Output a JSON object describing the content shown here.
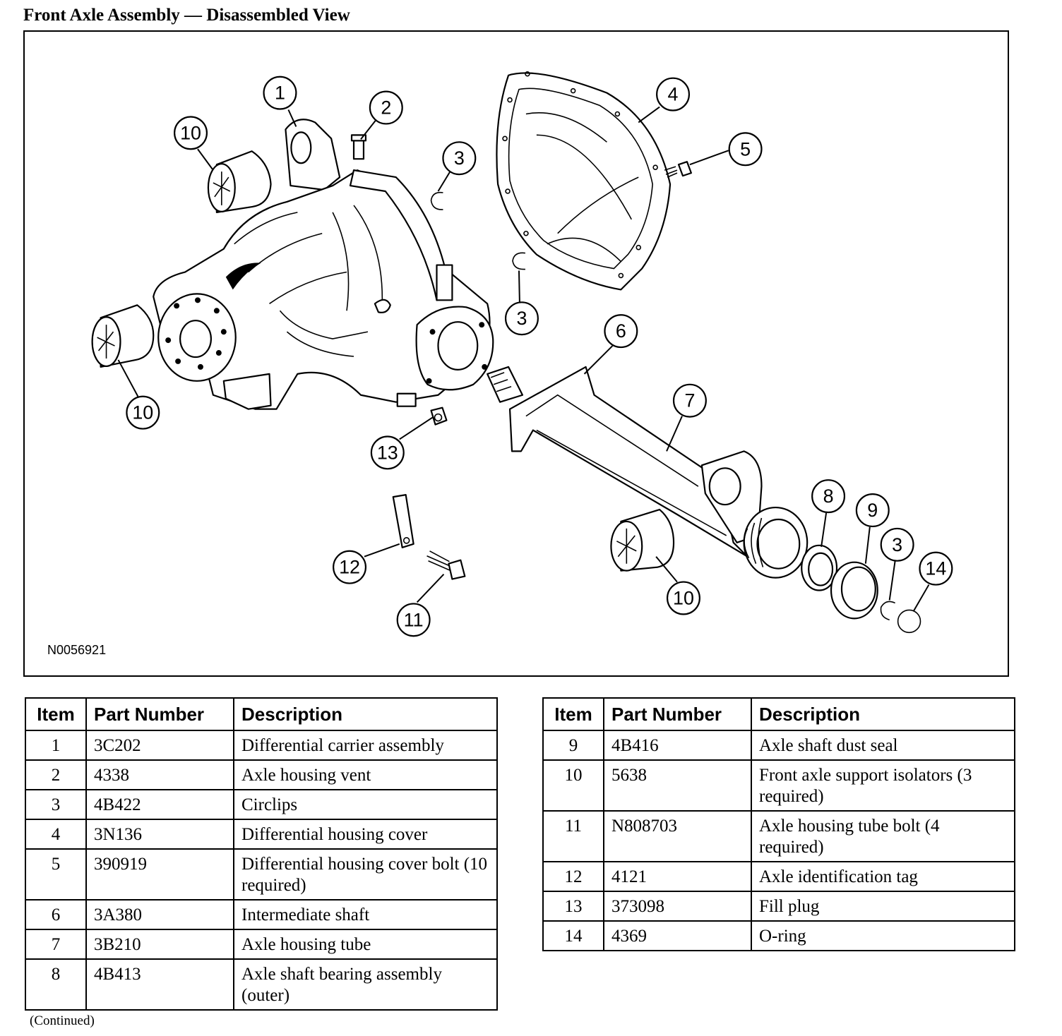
{
  "page": {
    "title": "Front Axle Assembly — Disassembled View",
    "figure_id": "N0056921",
    "continued_note": "(Continued)"
  },
  "callouts": [
    "1",
    "2",
    "3",
    "3",
    "3",
    "4",
    "5",
    "6",
    "7",
    "8",
    "9",
    "10",
    "10",
    "10",
    "11",
    "12",
    "13",
    "14"
  ],
  "table_headers": {
    "item": "Item",
    "part_number": "Part Number",
    "description": "Description"
  },
  "parts_left": [
    {
      "item": "1",
      "part_number": "3C202",
      "description": "Differential carrier assembly"
    },
    {
      "item": "2",
      "part_number": "4338",
      "description": "Axle housing vent"
    },
    {
      "item": "3",
      "part_number": "4B422",
      "description": "Circlips"
    },
    {
      "item": "4",
      "part_number": "3N136",
      "description": "Differential housing cover"
    },
    {
      "item": "5",
      "part_number": "390919",
      "description": "Differential housing cover bolt (10 required)"
    },
    {
      "item": "6",
      "part_number": "3A380",
      "description": "Intermediate shaft"
    },
    {
      "item": "7",
      "part_number": "3B210",
      "description": "Axle housing tube"
    },
    {
      "item": "8",
      "part_number": "4B413",
      "description": "Axle shaft bearing assembly (outer)"
    }
  ],
  "parts_right": [
    {
      "item": "9",
      "part_number": "4B416",
      "description": "Axle shaft dust seal"
    },
    {
      "item": "10",
      "part_number": "5638",
      "description": "Front axle support isolators (3 required)"
    },
    {
      "item": "11",
      "part_number": "N808703",
      "description": "Axle housing tube bolt (4 required)"
    },
    {
      "item": "12",
      "part_number": "4121",
      "description": "Axle identification tag"
    },
    {
      "item": "13",
      "part_number": "373098",
      "description": "Fill plug"
    },
    {
      "item": "14",
      "part_number": "4369",
      "description": "O-ring"
    }
  ]
}
